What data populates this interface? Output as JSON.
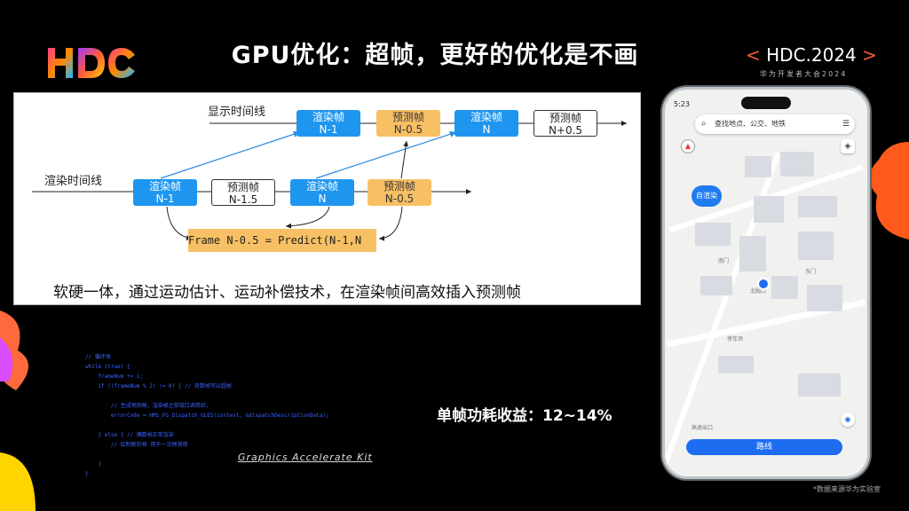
{
  "title": "GPU优化：超帧，更好的优化是不画",
  "badge": {
    "open": "<",
    "text": "HDC.2024",
    "close": ">",
    "subtitle": "华为开发者大会2024"
  },
  "diagram": {
    "display_timeline": "显示时间线",
    "render_timeline": "渲染时间线",
    "display_row": [
      {
        "line1": "渲染帧",
        "line2": "N-1",
        "kind": "render"
      },
      {
        "line1": "预测帧",
        "line2": "N-0.5",
        "kind": "predict"
      },
      {
        "line1": "渲染帧",
        "line2": "N",
        "kind": "render"
      },
      {
        "line1": "预测帧",
        "line2": "N+0.5",
        "kind": "future"
      }
    ],
    "render_row": [
      {
        "line1": "渲染帧",
        "line2": "N-1",
        "kind": "render"
      },
      {
        "line1": "预测帧",
        "line2": "N-1.5",
        "kind": "future"
      },
      {
        "line1": "渲染帧",
        "line2": "N",
        "kind": "render"
      },
      {
        "line1": "预测帧",
        "line2": "N-0.5",
        "kind": "predict"
      }
    ],
    "formula": "Frame N-0.5 = Predict(N-1,N",
    "caption": "软硬一体，通过运动估计、运动补偿技术，在渲染帧间高效插入预测帧"
  },
  "code": "// 循环体\nwhile (true) {\n    frameNum += 1;\n    if ((frameNum % 2) != 0) { // 奇数帧可以超帧\n\n        // 生成预测帧，渲染帧之前接口调用后，\n        errorCode = HMS_FG_Dispatch_GLES(context, &dispatchDescriptionData);\n\n    } else { // 偶数帧正常渲染\n        // 绘制新的帧 用于一次预测用\n\n    }\n}",
  "kit_label": "Graphics Accelerate Kit",
  "gain_label": "单帧功耗收益：12~14%",
  "footnote": "*数据来源华为实验室",
  "phone": {
    "time": "5:23",
    "search_placeholder": "查找地点、公交、地铁",
    "chip": "自渲染",
    "route_button": "路线",
    "labels": [
      "北门",
      "南门",
      "东门",
      "出口",
      "停车场",
      "高速出口"
    ]
  }
}
